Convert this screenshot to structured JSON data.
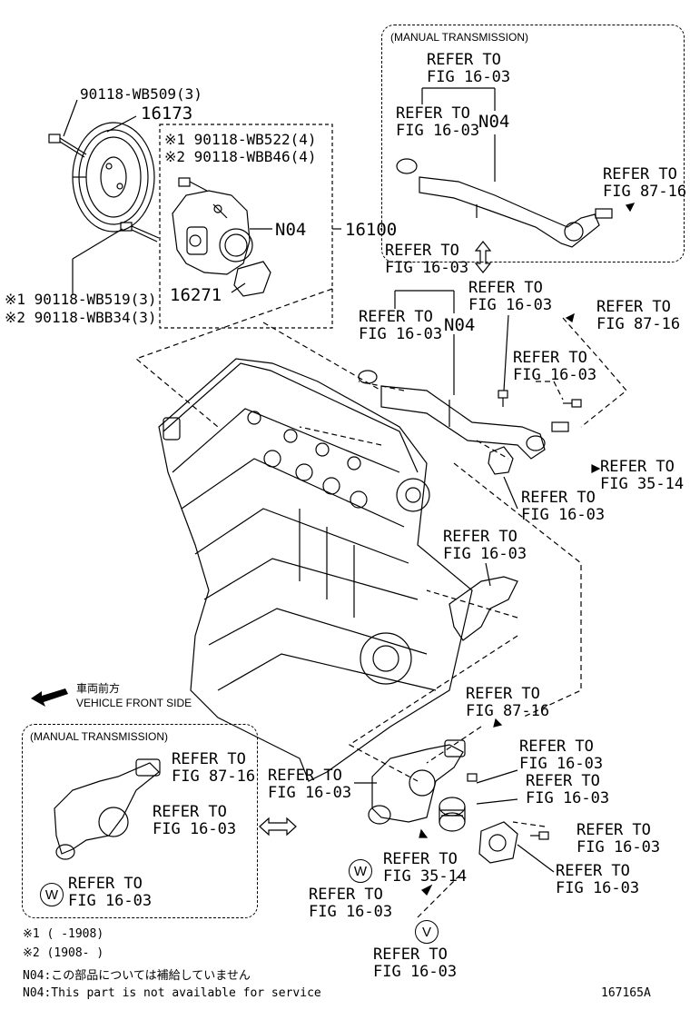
{
  "parts": {
    "p_90118_wb509": "90118-WB509(3)",
    "p_16173": "16173",
    "p_wb522": "※1 90118-WB522(4)",
    "p_wbb46": "※2 90118-WBB46(4)",
    "p_n04_pump": "N04",
    "p_16100": "16100",
    "p_16271": "16271",
    "p_wb519": "※1 90118-WB519(3)",
    "p_wbb34": "※2 90118-WBB34(3)",
    "p_n04_pipe": "N04",
    "p_n04_mt_pipe": "N04"
  },
  "refs": [
    {
      "id": "r1",
      "l1": "REFER TO",
      "l2": "FIG 16-03"
    },
    {
      "id": "r2",
      "l1": "REFER TO",
      "l2": "FIG 16-03"
    },
    {
      "id": "r3",
      "l1": "REFER TO",
      "l2": "FIG 87-16"
    },
    {
      "id": "r4",
      "l1": "REFER TO",
      "l2": "FIG 16-03"
    },
    {
      "id": "r5",
      "l1": "REFER TO",
      "l2": "FIG 16-03"
    },
    {
      "id": "r6",
      "l1": "REFER TO",
      "l2": "FIG 16-03"
    },
    {
      "id": "r7",
      "l1": "REFER TO",
      "l2": "FIG 87-16"
    },
    {
      "id": "r8",
      "l1": "REFER TO",
      "l2": "FIG 16-03"
    },
    {
      "id": "r9",
      "l1": "REFER TO",
      "l2": "FIG 35-14"
    },
    {
      "id": "r10",
      "l1": "REFER TO",
      "l2": "FIG 16-03"
    },
    {
      "id": "r11",
      "l1": "REFER TO",
      "l2": "FIG 16-03"
    },
    {
      "id": "r12",
      "l1": "REFER TO",
      "l2": "FIG 87-16"
    },
    {
      "id": "r13",
      "l1": "REFER TO",
      "l2": "FIG 16-03"
    },
    {
      "id": "r14",
      "l1": "REFER TO",
      "l2": "FIG 16-03"
    },
    {
      "id": "r15",
      "l1": "REFER TO",
      "l2": "FIG 16-03"
    },
    {
      "id": "r16",
      "l1": "REFER TO",
      "l2": "FIG 16-03"
    },
    {
      "id": "r17",
      "l1": "REFER TO",
      "l2": "FIG 35-14"
    },
    {
      "id": "r18",
      "l1": "REFER TO",
      "l2": "FIG 16-03"
    },
    {
      "id": "r19",
      "l1": "REFER TO",
      "l2": "FIG 16-03"
    },
    {
      "id": "r20",
      "l1": "REFER TO",
      "l2": "FIG 16-03"
    },
    {
      "id": "r21",
      "l1": "REFER TO",
      "l2": "FIG 87-16"
    },
    {
      "id": "r22",
      "l1": "REFER TO",
      "l2": "FIG 16-03"
    },
    {
      "id": "r23",
      "l1": "REFER TO",
      "l2": "FIG 16-03"
    }
  ],
  "boxes": {
    "manual_top": "(MANUAL TRANSMISSION)",
    "manual_bottom": "(MANUAL TRANSMISSION)"
  },
  "front": {
    "jp": "車両前方",
    "en": "VEHICLE FRONT SIDE"
  },
  "circles": {
    "w_bottom": "W",
    "w_box": "W",
    "v": "V"
  },
  "notes": {
    "n1": "※1 (      -1908)",
    "n2": "※2 (1908-      )",
    "n3": "N04:この部品については補給していません",
    "n4": "N04:This part is not available for service"
  },
  "figure_id": "167165A"
}
